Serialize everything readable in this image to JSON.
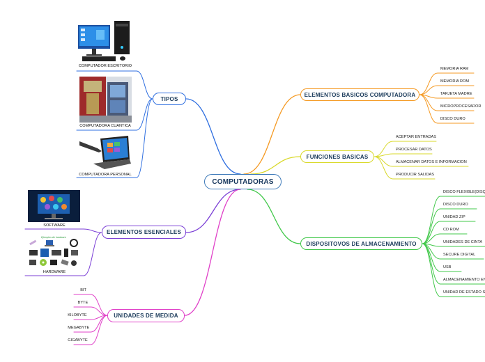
{
  "center": {
    "label": "COMPUTADORAS"
  },
  "colors": {
    "center": "#3b78b8",
    "tipos": "#2f6fe0",
    "elementos_esenciales": "#7b3fd6",
    "unidades_de_medida": "#e040c8",
    "elementos_basicos": "#f59a23",
    "funciones_basicas": "#d9d92a",
    "almacenamiento": "#41c84a"
  },
  "branches": {
    "tipos": {
      "label": "TIPOS",
      "images": [
        {
          "caption": "COMPUTADOR  ESCRITORIO",
          "icon": "desktop-computer-image"
        },
        {
          "caption": "COMPUTADORA CUANTICA",
          "icon": "quantum-computer-image"
        },
        {
          "caption": "COMPUTADORA PERSONAL",
          "icon": "laptop-image"
        }
      ]
    },
    "elementos_esenciales": {
      "label": "ELEMENTOS ESENCIALES",
      "images": [
        {
          "caption": "SOFTWARE",
          "icon": "software-image"
        },
        {
          "caption": "HARDWARE",
          "icon": "hardware-image",
          "inner_title": "Ejemplos de hardware"
        }
      ]
    },
    "unidades_de_medida": {
      "label": "UNIDADES DE MEDIDA",
      "items": [
        "BIT",
        "BYTE",
        "KILOBYTE",
        "MEGABYTE",
        "GIGABYTE"
      ]
    },
    "elementos_basicos": {
      "label": "ELEMENTOS BASICOS COMPUTADORA",
      "items": [
        "MEMORIA RAM",
        "MEMORIA ROM",
        "TARJETA MADRE",
        "MICROPROCESADOR",
        "DISCO DURO"
      ]
    },
    "funciones_basicas": {
      "label": "FUNCIONES BASICAS",
      "items": [
        "ACEPTAR ENTRADAS",
        "PROCESAR DATOS",
        "ALMACENAR DATOS E INFORMACION",
        "PRODUCIR SALIDAS"
      ]
    },
    "almacenamiento": {
      "label": "DISPOSITOVOS DE ALMACENAMIENTO",
      "items": [
        "DISCO FLEXIBLE(DISQUETE)",
        "DISCO DURO",
        "UNIDAD ZIP",
        "CD ROM",
        "UNIDADES DE CINTA",
        "SECURE DIGITAL",
        "USB",
        "ALMACENAMIENTO EN LA NUBE",
        "UNIDAD DE ESTADO SOLIDO"
      ]
    }
  }
}
